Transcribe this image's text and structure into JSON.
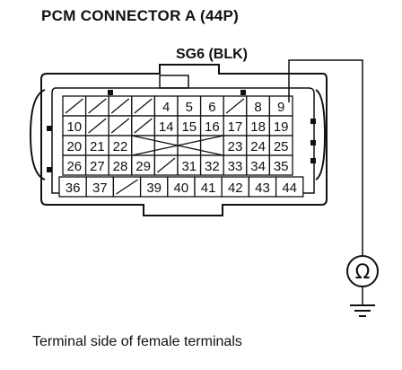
{
  "title": "PCM CONNECTOR A (44P)",
  "wire_label": "SG6 (BLK)",
  "caption": "Terminal side of female terminals",
  "meter_symbol": "Ω",
  "colors": {
    "line": "#111111",
    "background": "#ffffff"
  },
  "rows": [
    [
      "",
      "",
      "",
      "",
      "4",
      "5",
      "6",
      "",
      "8",
      "9"
    ],
    [
      "10",
      "",
      "",
      "",
      "14",
      "15",
      "16",
      "17",
      "18",
      "19"
    ],
    [
      "20",
      "21",
      "22",
      "",
      "",
      "",
      "",
      "23",
      "24",
      "25"
    ],
    [
      "26",
      "27",
      "28",
      "29",
      "",
      "31",
      "32",
      "33",
      "34",
      "35"
    ],
    [
      "36",
      "37",
      "",
      "39",
      "40",
      "41",
      "42",
      "43",
      "44"
    ]
  ]
}
